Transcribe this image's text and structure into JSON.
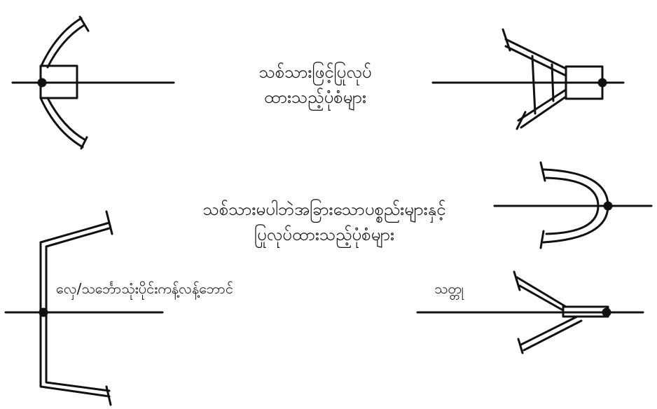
{
  "labels": {
    "group1_line1": "သစ်သားဖြင့်ပြုလုပ်",
    "group1_line2": "ထားသည့်ပုံစံများ",
    "group2_line1": "သစ်သားမပါဘဲအခြားသောပစ္စည်းများနှင့်",
    "group2_line2": "ပြုလုပ်ထားသည့်ပုံစံများ",
    "variant_hoe": "လှေ/သင်္ဘောသုံးပိုင်းကန့်လန့်ဘောင်",
    "variant_arrow": "သတ္တု"
  },
  "colors": {
    "ink": "#111111",
    "background": "#ffffff"
  }
}
